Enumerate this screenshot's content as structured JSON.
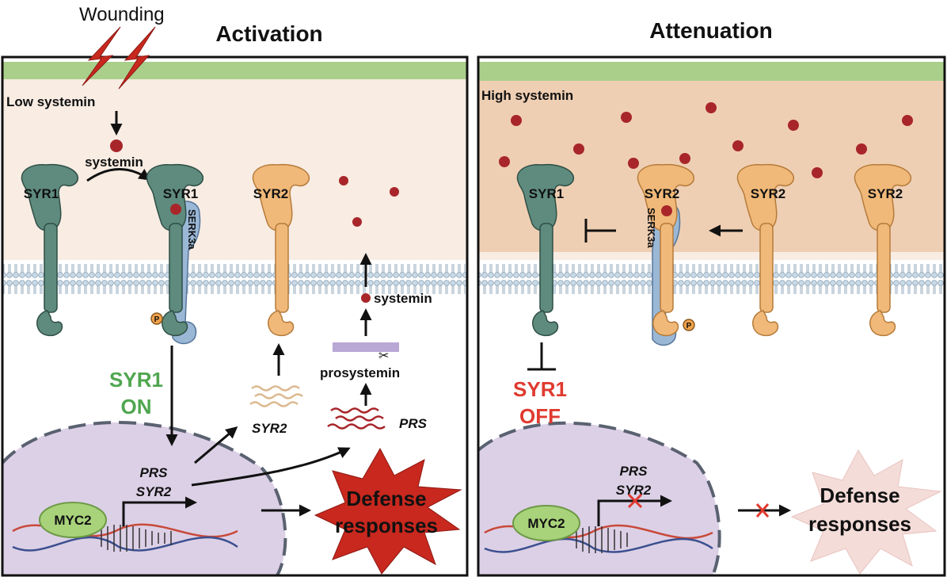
{
  "labels": {
    "wounding": "Wounding",
    "activation_title": "Activation",
    "attenuation_title": "Attenuation",
    "low_systemin": "Low systemin",
    "high_systemin": "High systemin",
    "systemin_left": "systemin",
    "systemin_mid": "systemin",
    "prosystemin": "prosystemin",
    "syr1": "SYR1",
    "syr2": "SYR2",
    "serk3a": "SERK3a",
    "phospho": "P",
    "syr1_on_line1": "SYR1",
    "syr1_on_line2": "ON",
    "syr1_off_line1": "SYR1",
    "syr1_off_line2": "OFF",
    "syr2_transcript": "SYR2",
    "prs_transcript": "PRS",
    "gene_prs": "PRS",
    "gene_syr2": "SYR2",
    "myc2": "MYC2",
    "defense_line1": "Defense",
    "defense_line2": "responses"
  },
  "colors": {
    "wall_green": "#a9cf8b",
    "cytoplasm_left": "#f8ece3",
    "cytoplasm_right": "#efcfb3",
    "membrane": "#b9cfe0",
    "syr1_green": "#5e8b7d",
    "syr2_orange": "#f1b979",
    "serk_blue": "#9ab8d6",
    "systemin_red": "#a8262a",
    "nucleus": "#dcd0e6",
    "myc2": "#a8d37a",
    "on_green": "#4fa64f",
    "off_red": "#e03a2f",
    "burst_active": "#c8281e",
    "burst_inactive": "#f4dcd9"
  }
}
